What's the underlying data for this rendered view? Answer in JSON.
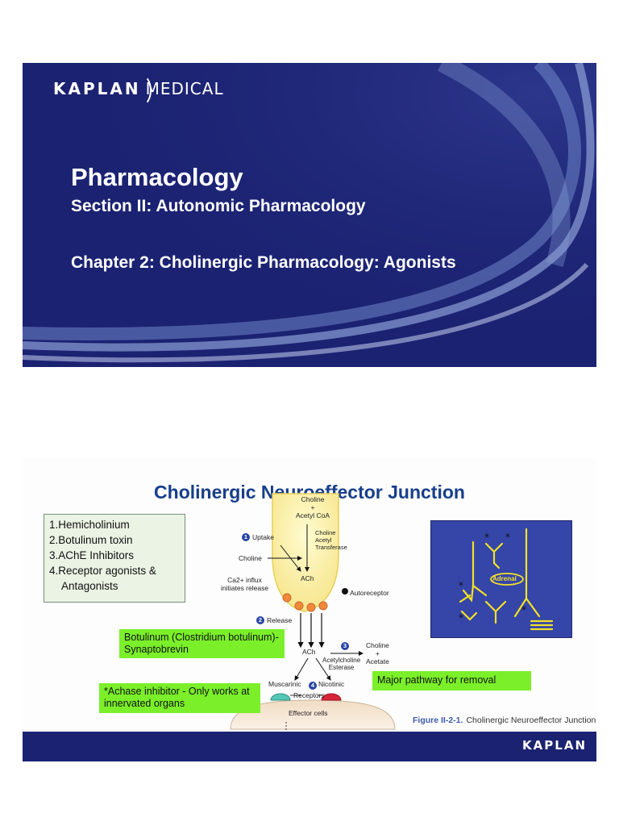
{
  "slide1": {
    "logo_brand": "KAPLAN",
    "logo_sub": "MEDICAL",
    "title": "Pharmacology",
    "section": "Section II: Autonomic Pharmacology",
    "chapter": "Chapter 2: Cholinergic Pharmacology: Agonists"
  },
  "slide2": {
    "title": "Cholinergic Neuroeffector Junction",
    "steps": [
      "1.Hemicholinium",
      "2.Botulinum toxin",
      "3.AChE Inhibitors",
      "4.Receptor agonists &",
      "Antagonists"
    ],
    "callouts": {
      "botulinum": "Botulinum (Clostridium botulinum)-  Synaptobrevin",
      "achase": "*Achase inhibitor - Only works at innervated organs",
      "pathway": "Major pathway for removal"
    },
    "diagram": {
      "choline_acetyl_coa": [
        "Choline",
        "+",
        "Acetyl CoA"
      ],
      "uptake": "Uptake",
      "choline": "Choline",
      "transferase": [
        "Choline",
        "Acetyl",
        "Transferase"
      ],
      "ach_top": "ACh",
      "ca_influx": [
        "Ca2+ influx",
        "initiates release"
      ],
      "autoreceptor": "Autoreceptor",
      "release": "Release",
      "ach_mid": "ACh",
      "esterase": [
        "Acetylcholine",
        "Esterase"
      ],
      "products": [
        "Choline",
        "+",
        "Acetate"
      ],
      "muscarinic": "Muscarinic",
      "nicotinic": "Nicotinic",
      "receptors": "Receptors",
      "effector": "Effector cells",
      "badges": [
        "1",
        "2",
        "3",
        "4"
      ]
    },
    "nerve_panel": {
      "label": "Adrenal"
    },
    "figure_number": "Figure II-2-1.",
    "figure_caption": "Cholinergic Neuroeffector Junction",
    "footer_logo": "KAPLAN"
  },
  "colors": {
    "navy": "#1b2272",
    "title_blue": "#173e8a",
    "callout_green": "#7aef2a",
    "panel_blue": "#3545a8",
    "nerve_yellow": "#f3e227"
  }
}
